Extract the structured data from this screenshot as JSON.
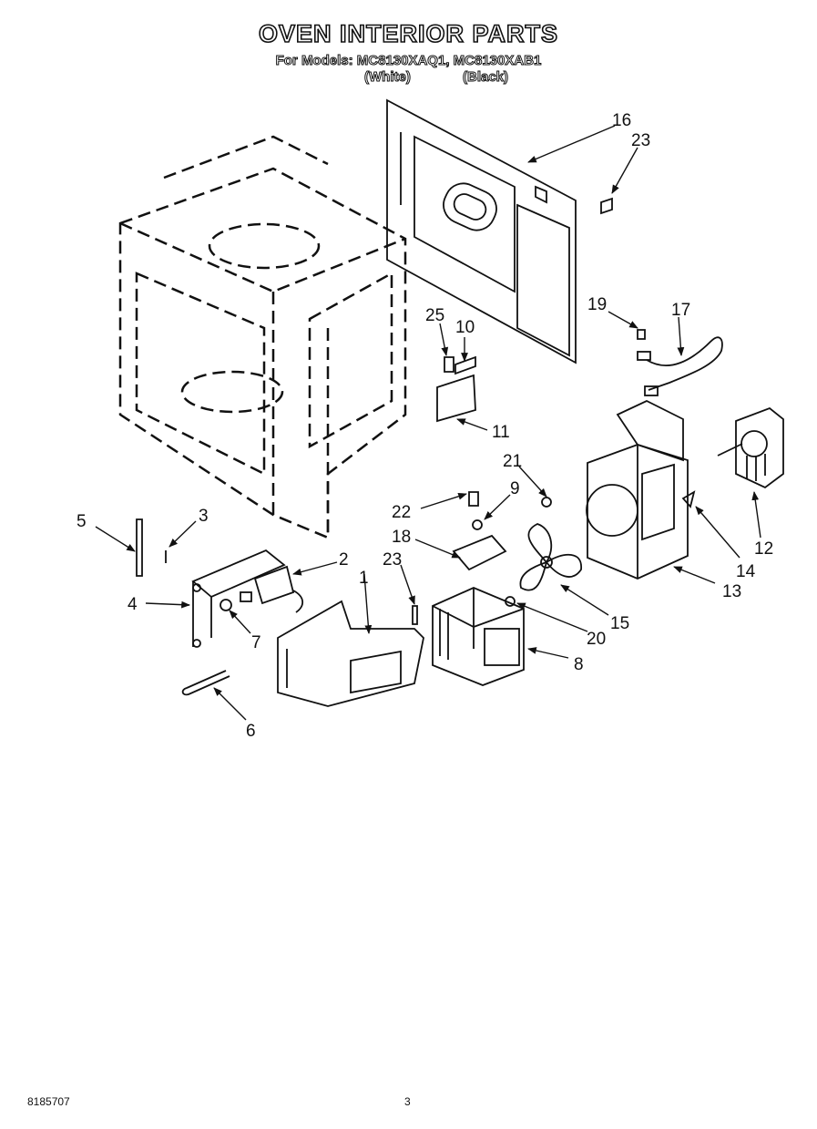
{
  "header": {
    "title": "OVEN INTERIOR PARTS",
    "models": "For Models: MC8130XAQ1, MC8130XAB1",
    "variant_white": "(White)",
    "variant_black": "(Black)"
  },
  "callouts": [
    "16",
    "23",
    "25",
    "10",
    "19",
    "17",
    "11",
    "21",
    "9",
    "22",
    "18",
    "5",
    "3",
    "2",
    "1",
    "23",
    "12",
    "14",
    "13",
    "15",
    "20",
    "4",
    "7",
    "8",
    "6"
  ],
  "footer": {
    "doc_number": "8185707",
    "page_number": "3"
  }
}
